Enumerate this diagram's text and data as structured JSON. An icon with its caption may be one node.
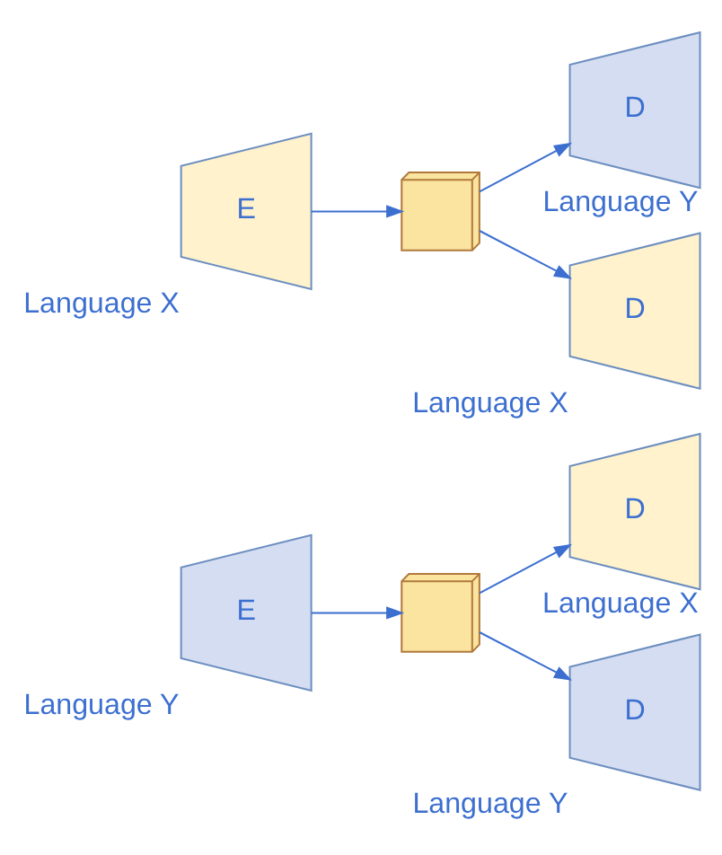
{
  "diagram": {
    "nodes": [
      {
        "text": [
          "E"
        ],
        "beside": [
          "Language X"
        ]
      },
      {
        "text": [],
        "shape": "cube"
      },
      {
        "text": [
          "D"
        ],
        "beside": [
          "Language Y"
        ]
      },
      {
        "text": [
          "D"
        ],
        "beside": [
          "Language X"
        ]
      },
      {
        "text": [
          "E"
        ],
        "beside": [
          "Language Y"
        ]
      },
      {
        "text": [],
        "shape": "cube"
      },
      {
        "text": [
          "D"
        ],
        "beside": [
          "Language X"
        ]
      },
      {
        "text": [
          "D"
        ],
        "beside": [
          "Language Y"
        ]
      }
    ],
    "edges": [
      {
        "from": 0,
        "to": 1,
        "arrow": "to"
      },
      {
        "from": 1,
        "to": 2,
        "arrow": "to"
      },
      {
        "from": 1,
        "to": 3,
        "arrow": "to"
      },
      {
        "from": 4,
        "to": 5,
        "arrow": "to"
      },
      {
        "from": 5,
        "to": 6,
        "arrow": "to"
      },
      {
        "from": 5,
        "to": 7,
        "arrow": "to"
      }
    ]
  }
}
